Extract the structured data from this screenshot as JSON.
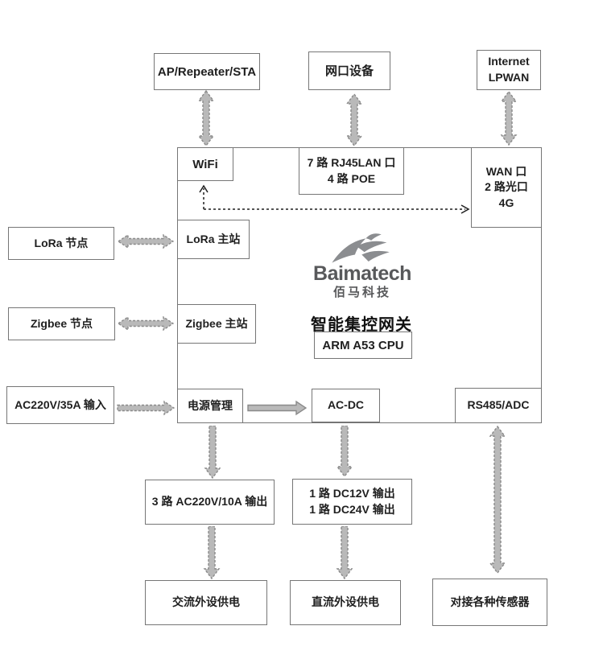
{
  "brand": {
    "name": "Baimatech",
    "cn_name": "佰马科技",
    "product_title": "智能集控网关",
    "cpu": "ARM A53 CPU",
    "logo_icon": "horse-logo"
  },
  "nodes": {
    "ap": {
      "label": "AP/Repeater/STA"
    },
    "lan_device": {
      "label": "网口设备"
    },
    "internet": {
      "line1": "Internet",
      "line2": "LPWAN"
    },
    "wifi": {
      "label": "WiFi"
    },
    "lan_ports": {
      "line1": "7 路 RJ45LAN 口",
      "line2": "4 路 POE"
    },
    "wan": {
      "line1": "WAN 口",
      "line2": "2 路光口",
      "line3": "4G"
    },
    "lora_node": {
      "label": "LoRa 节点"
    },
    "lora_master": {
      "label": "LoRa 主站"
    },
    "zigbee_node": {
      "label": "Zigbee 节点"
    },
    "zigbee_master": {
      "label": "Zigbee 主站"
    },
    "ac_input": {
      "label": "AC220V/35A 输入"
    },
    "power_mgmt": {
      "label": "电源管理"
    },
    "ac_dc": {
      "label": "AC-DC"
    },
    "rs485": {
      "label": "RS485/ADC"
    },
    "ac_output": {
      "label": "3 路 AC220V/10A 输出"
    },
    "dc_output": {
      "line1": "1 路 DC12V 输出",
      "line2": "1 路 DC24V 输出"
    },
    "ac_supply": {
      "label": "交流外设供电"
    },
    "dc_supply": {
      "label": "直流外设供电"
    },
    "sensors": {
      "label": "对接各种传感器"
    }
  },
  "colors": {
    "background": "#ffffff",
    "box_border": "#767676",
    "text": "#1f1f1f",
    "arrow_fill": "#b9b9b9",
    "arrow_stroke": "#8a8a8a",
    "dashed_connector": "#1f1f1f",
    "logo_gray": "#8b8d90",
    "brand_text_gray": "#58595b"
  }
}
